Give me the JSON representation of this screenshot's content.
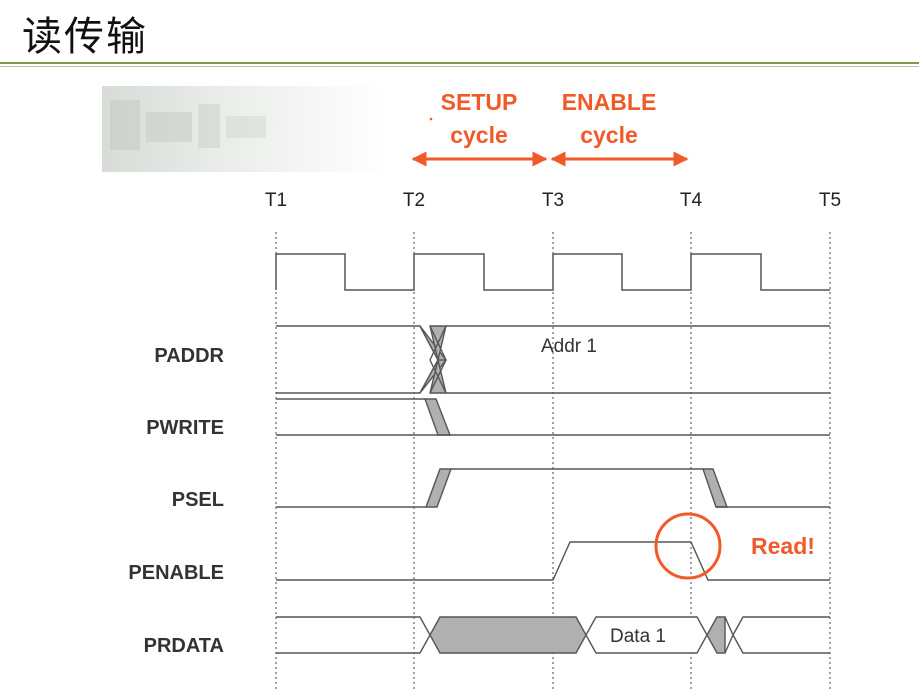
{
  "title": "读传输",
  "phases": {
    "setup": {
      "line1": "SETUP",
      "line2": "cycle"
    },
    "enable": {
      "line1": "ENABLE",
      "line2": "cycle"
    }
  },
  "clock_ticks": [
    "T1",
    "T2",
    "T3",
    "T4",
    "T5"
  ],
  "signals": {
    "paddr": "PADDR",
    "pwrite": "PWRITE",
    "psel": "PSEL",
    "penable": "PENABLE",
    "prdata": "PRDATA"
  },
  "bus_values": {
    "addr": "Addr 1",
    "data": "Data 1"
  },
  "annotation": "Read!",
  "colors": {
    "accent": "#f05a28",
    "waveform": "#555555",
    "shade": "#b0b0b0",
    "rule": "#7f9a4b"
  }
}
